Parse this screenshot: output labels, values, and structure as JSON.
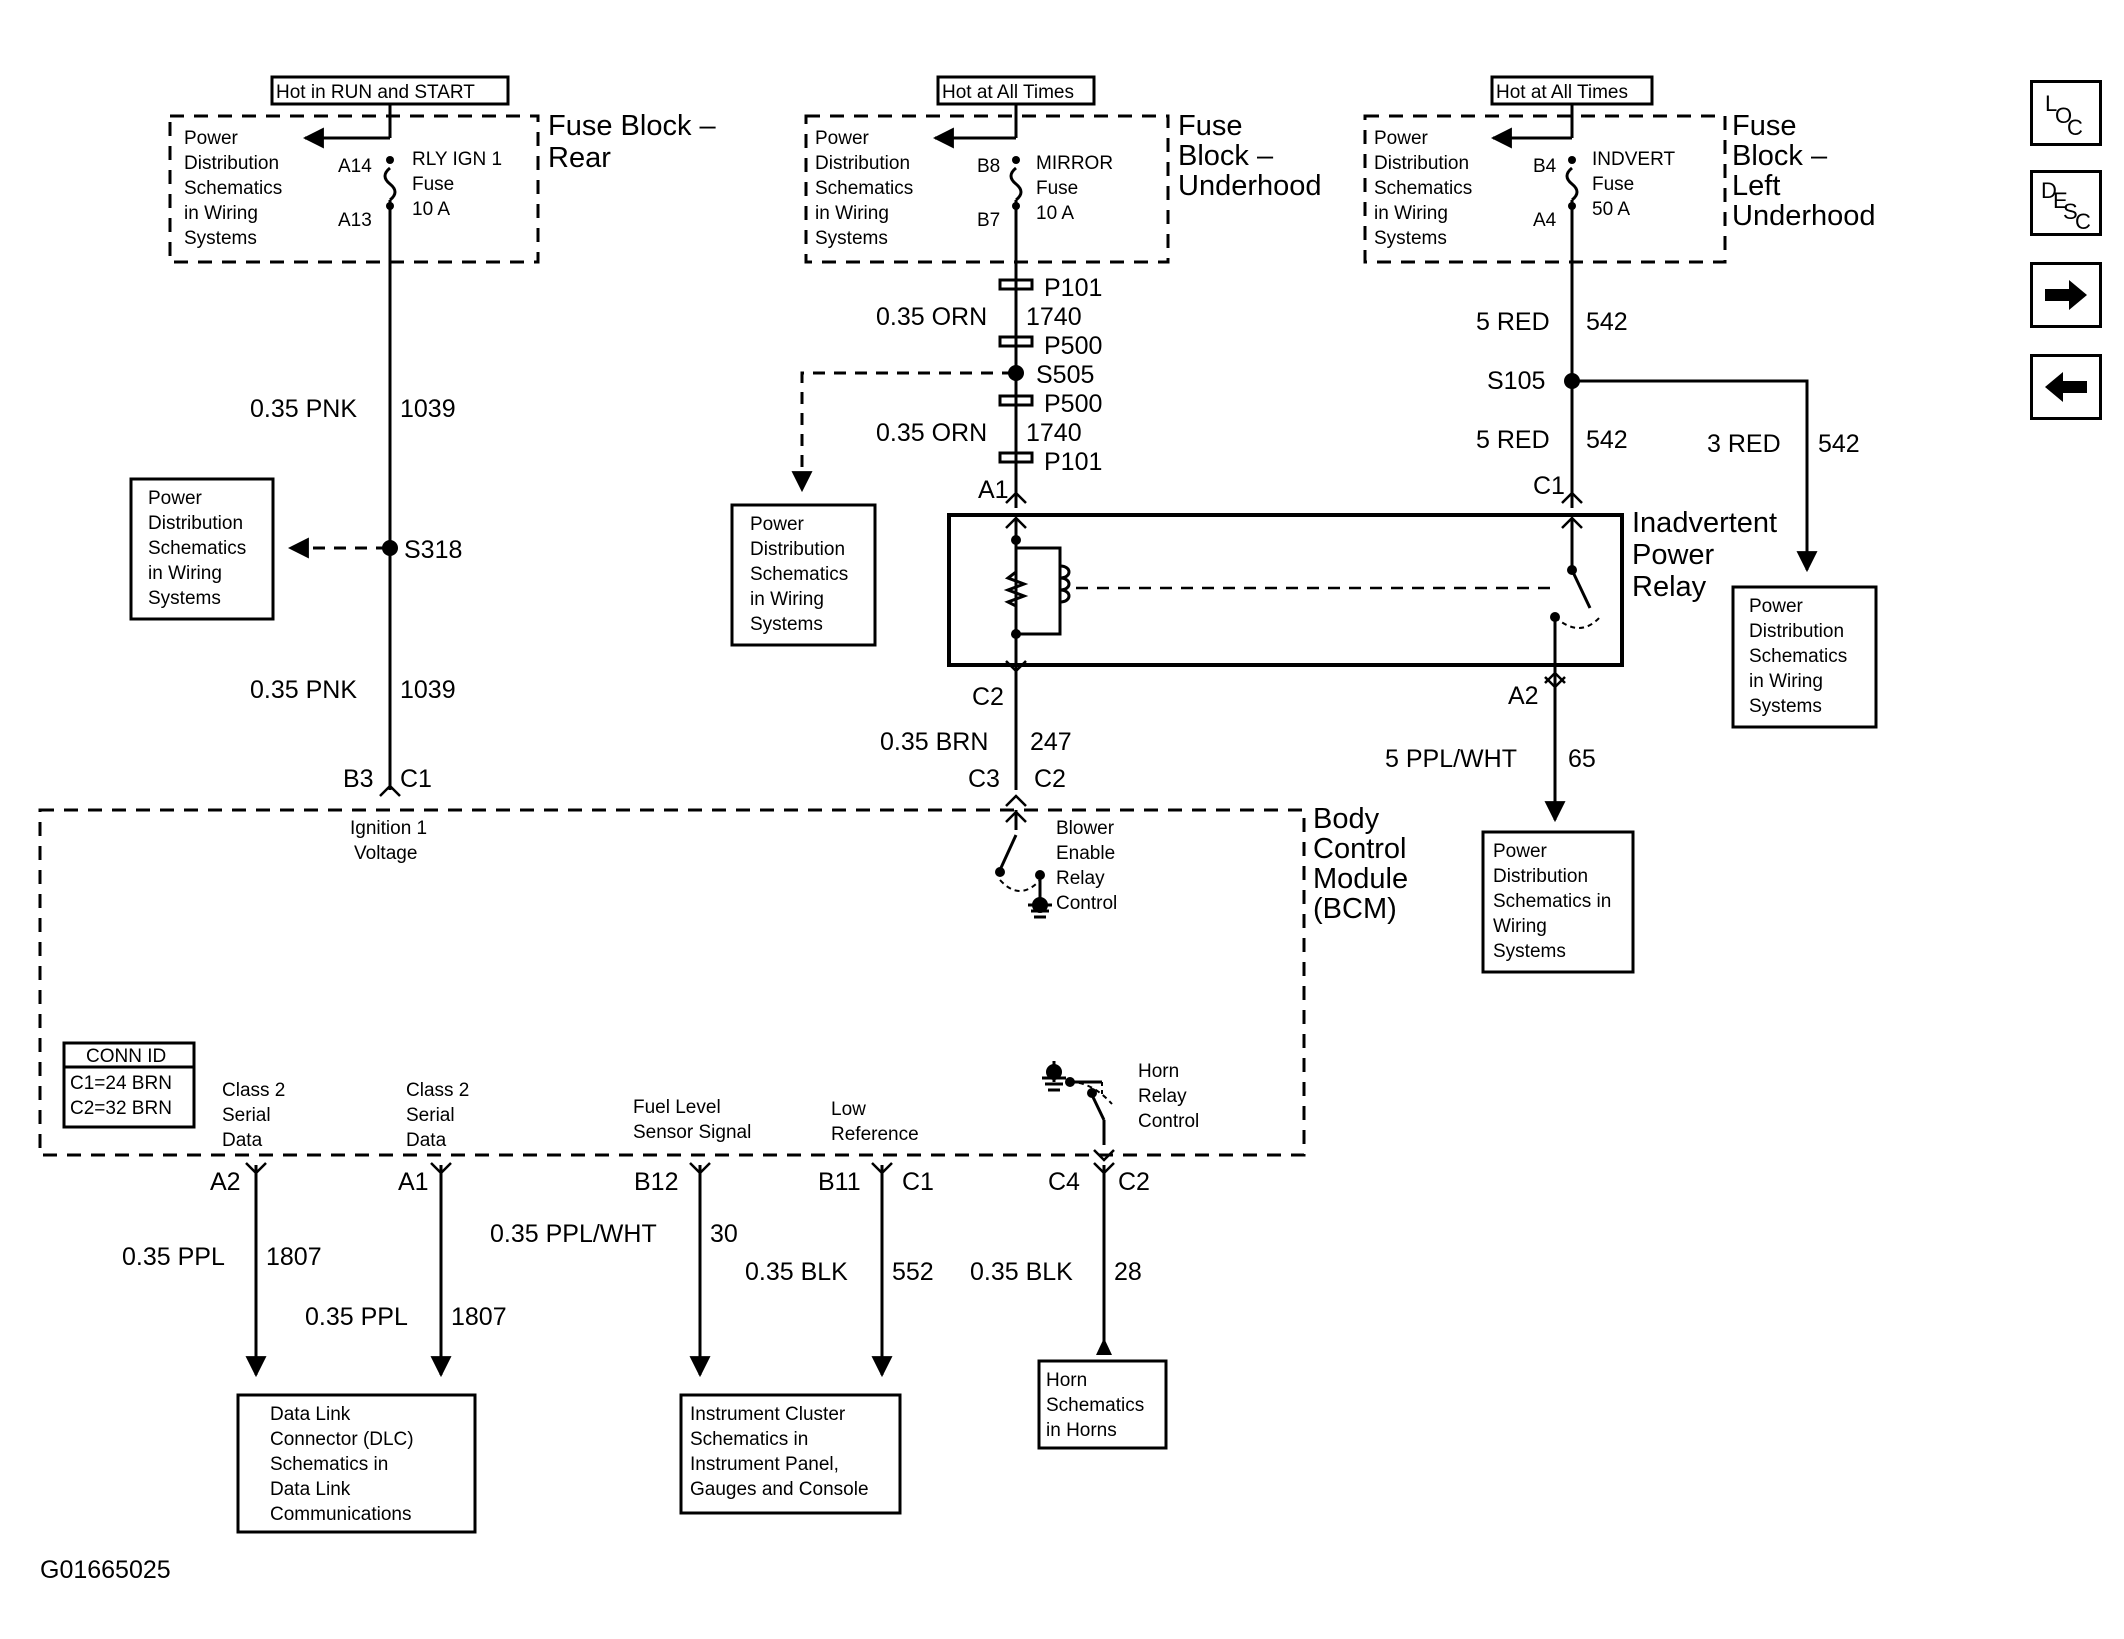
{
  "nav": {
    "loc": [
      "L",
      "O",
      "C"
    ],
    "desc": [
      "D",
      "E",
      "S",
      "C"
    ]
  },
  "top": {
    "left": {
      "hot": "Hot in RUN and START",
      "pd": [
        "Power",
        "Distribution",
        "Schematics",
        "in Wiring",
        "Systems"
      ],
      "pin_in": "A14",
      "pin_out": "A13",
      "fuse": [
        "RLY IGN 1",
        "Fuse",
        "10 A"
      ],
      "block": [
        "Fuse Block –",
        "Rear"
      ]
    },
    "mid": {
      "hot": "Hot at All Times",
      "pd": [
        "Power",
        "Distribution",
        "Schematics",
        "in Wiring",
        "Systems"
      ],
      "pin_in": "B8",
      "pin_out": "B7",
      "fuse": [
        "MIRROR",
        "Fuse",
        "10 A"
      ],
      "block": [
        "Fuse",
        "Block –",
        "Underhood"
      ]
    },
    "right": {
      "hot": "Hot at All Times",
      "pd": [
        "Power",
        "Distribution",
        "Schematics",
        "in Wiring",
        "Systems"
      ],
      "pin_in": "B4",
      "pin_out": "A4",
      "fuse": [
        "INDVERT",
        "Fuse",
        "50 A"
      ],
      "block": [
        "Fuse",
        "Block –",
        "Left",
        "Underhood"
      ]
    }
  },
  "left_circuit": {
    "wire1": [
      "0.35 PNK",
      "1039"
    ],
    "splice": "S318",
    "pd_box": [
      "Power",
      "Distribution",
      "Schematics",
      "in Wiring",
      "Systems"
    ],
    "wire2": [
      "0.35 PNK",
      "1039"
    ],
    "conn": [
      "B3",
      "C1"
    ],
    "input_label": [
      "Ignition 1",
      "Voltage"
    ]
  },
  "mid_circuit": {
    "p101_top": "P101",
    "wire1": [
      "0.35 ORN",
      "1740"
    ],
    "p500_top": "P500",
    "splice": "S505",
    "p500_bot": "P500",
    "wire2": [
      "0.35 ORN",
      "1740"
    ],
    "p101_bot": "P101",
    "pd_box": [
      "Power",
      "Distribution",
      "Schematics",
      "in Wiring",
      "Systems"
    ],
    "relay_pin_in": "A1",
    "relay_pin_out": "C2",
    "wire3": [
      "0.35 BRN",
      "247"
    ],
    "bcm_conn": [
      "C3",
      "C2"
    ],
    "blower": [
      "Blower",
      "Enable",
      "Relay",
      "Control"
    ]
  },
  "right_circuit": {
    "wire1": [
      "5 RED",
      "542"
    ],
    "splice": "S105",
    "wire2": [
      "5 RED",
      "542"
    ],
    "wire3": [
      "3 RED",
      "542"
    ],
    "relay_pin_in": "C1",
    "relay_title": [
      "Inadvertent",
      "Power",
      "Relay"
    ],
    "relay_pin_out": "A2",
    "wire4": [
      "5 PPL/WHT",
      "65"
    ],
    "pd_box_right": [
      "Power",
      "Distribution",
      "Schematics",
      "in Wiring",
      "Systems"
    ],
    "pd_box_bottom": [
      "Power",
      "Distribution",
      "Schematics in",
      "Wiring",
      "Systems"
    ]
  },
  "bcm": {
    "title": [
      "Body",
      "Control",
      "Module",
      "(BCM)"
    ],
    "conn_id": {
      "title": "CONN ID",
      "rows": [
        "C1=24 BRN",
        "C2=32 BRN"
      ]
    },
    "horn": [
      "Horn",
      "Relay",
      "Control"
    ],
    "signals": [
      {
        "label": [
          "Class 2",
          "Serial",
          "Data"
        ]
      },
      {
        "label": [
          "Class 2",
          "Serial",
          "Data"
        ]
      },
      {
        "label": [
          "Fuel Level",
          "Sensor Signal"
        ]
      },
      {
        "label": [
          "Low",
          "Reference"
        ]
      }
    ]
  },
  "bottom": {
    "pins": {
      "a2": "A2",
      "a1": "A1",
      "b12": "B12",
      "b11": "B11",
      "c1": "C1",
      "c4": "C4",
      "c2": "C2"
    },
    "wires": {
      "w1807a": [
        "0.35 PPL",
        "1807"
      ],
      "w1807b": [
        "0.35 PPL",
        "1807"
      ],
      "w30": [
        "0.35 PPL/WHT",
        "30"
      ],
      "w552": [
        "0.35 BLK",
        "552"
      ],
      "w28": [
        "0.35 BLK",
        "28"
      ]
    },
    "dlc_box": [
      "Data Link",
      "Connector (DLC)",
      "Schematics in",
      "Data Link",
      "Communications"
    ],
    "ic_box": [
      "Instrument Cluster",
      "Schematics in",
      "Instrument Panel,",
      "Gauges and Console"
    ],
    "horn_box": [
      "Horn",
      "Schematics",
      "in Horns"
    ]
  },
  "footer": {
    "figure_id": "G01665025"
  }
}
